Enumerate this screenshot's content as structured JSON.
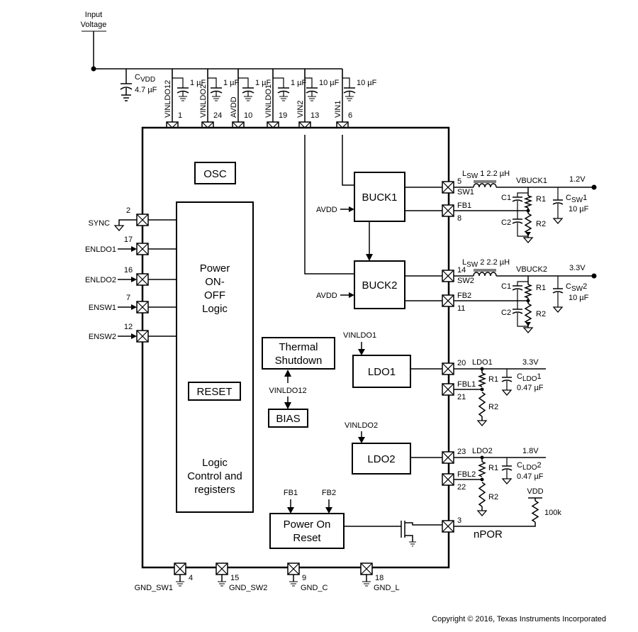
{
  "input": {
    "line1": "Input",
    "line2": "Voltage"
  },
  "cvdd": {
    "name": "C",
    "sub": "VDD",
    "value": "4.7 µF"
  },
  "top_pins": [
    {
      "name": "VINLDO12",
      "num": "1",
      "cap": "1 µF"
    },
    {
      "name": "VINLDO2",
      "num": "24",
      "cap": "1 µF"
    },
    {
      "name": "AVDD",
      "num": "10",
      "cap": "1 µF"
    },
    {
      "name": "VINLDO1",
      "num": "19",
      "cap": "1 µF"
    },
    {
      "name": "VIN2",
      "num": "13",
      "cap": "10 µF"
    },
    {
      "name": "VIN1",
      "num": "6",
      "cap": "10 µF"
    }
  ],
  "blocks": {
    "osc": "OSC",
    "logic": [
      "Power",
      "ON-",
      "OFF",
      "Logic"
    ],
    "reset": "RESET",
    "logic_ctrl": [
      "Logic",
      "Control and",
      "registers"
    ],
    "buck1": "BUCK1",
    "buck2": "BUCK2",
    "thermal": [
      "Thermal",
      "Shutdown"
    ],
    "bias": "BIAS",
    "vinldo12": "VINLDO12",
    "ldo1": "LDO1",
    "ldo2": "LDO2",
    "vinldo1": "VINLDO1",
    "vinldo2": "VINLDO2",
    "por": [
      "Power On",
      "Reset"
    ],
    "fb1": "FB1",
    "fb2": "FB2",
    "avdd": "AVDD"
  },
  "left_pins": [
    {
      "name": "SYNC",
      "num": "2"
    },
    {
      "name": "ENLDO1",
      "num": "17"
    },
    {
      "name": "ENLDO2",
      "num": "16"
    },
    {
      "name": "ENSW1",
      "num": "7"
    },
    {
      "name": "ENSW2",
      "num": "12"
    }
  ],
  "right_pins": [
    {
      "num": "5",
      "name": "SW1"
    },
    {
      "num": "8",
      "name": "FB1"
    },
    {
      "num": "14",
      "name": "SW2"
    },
    {
      "num": "11",
      "name": "FB2"
    },
    {
      "num": "20",
      "name": ""
    },
    {
      "num": "21",
      "name": "FBL1"
    },
    {
      "num": "23",
      "name": ""
    },
    {
      "num": "22",
      "name": "FBL2"
    },
    {
      "num": "3",
      "name": "nPOR"
    }
  ],
  "bottom_pins": [
    {
      "num": "4",
      "name": "GND_SW1"
    },
    {
      "num": "15",
      "name": "GND_SW2"
    },
    {
      "num": "9",
      "name": "GND_C"
    },
    {
      "num": "18",
      "name": "GND_L"
    }
  ],
  "outputs": {
    "buck1": {
      "lsw": "L",
      "lsw_sub": "SW",
      "lsw_val": "1 2.2 µH",
      "net": "VBUCK1",
      "voltage": "1.2V",
      "c1": "C1",
      "c2": "C2",
      "r1": "R1",
      "r2": "R2",
      "csw": "C",
      "csw_sub": "SW",
      "csw_idx": "1",
      "csw_val": "10 µF"
    },
    "buck2": {
      "lsw": "L",
      "lsw_sub": "SW",
      "lsw_val": "2 2.2 µH",
      "net": "VBUCK2",
      "voltage": "3.3V",
      "c1": "C1",
      "c2": "C2",
      "r1": "R1",
      "r2": "R2",
      "csw": "C",
      "csw_sub": "SW",
      "csw_idx": "2",
      "csw_val": "10 µF"
    },
    "ldo1": {
      "net": "LDO1",
      "voltage": "3.3V",
      "r1": "R1",
      "r2": "R2",
      "cl": "C",
      "cl_sub": "LDO",
      "cl_idx": "1",
      "cl_val": "0.47 µF"
    },
    "ldo2": {
      "net": "LDO2",
      "voltage": "1.8V",
      "r1": "R1",
      "r2": "R2",
      "cl": "C",
      "cl_sub": "LDO",
      "cl_idx": "2",
      "cl_val": "0.47 µF"
    },
    "npor": {
      "vdd": "VDD",
      "res": "100k"
    }
  },
  "copyright": "Copyright © 2016, Texas Instruments Incorporated"
}
